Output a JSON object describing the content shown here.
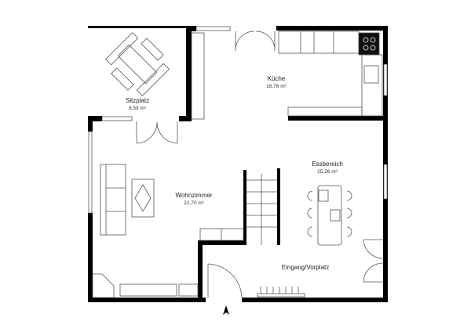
{
  "rooms": [
    {
      "name": "Sitzplatz",
      "area": "8,59 m²"
    },
    {
      "name": "Küche",
      "area": "16,76 m²"
    },
    {
      "name": "Essbereich",
      "area": "25,26 m²"
    },
    {
      "name": "Wohnzimmer",
      "area": "22,70 m²"
    },
    {
      "name": "Eingang/Vorplatz",
      "area": ""
    }
  ],
  "colors": {
    "wall": "#000000",
    "furniture_stroke": "#555555"
  },
  "icons": {
    "entrance": "north-arrow-icon"
  }
}
